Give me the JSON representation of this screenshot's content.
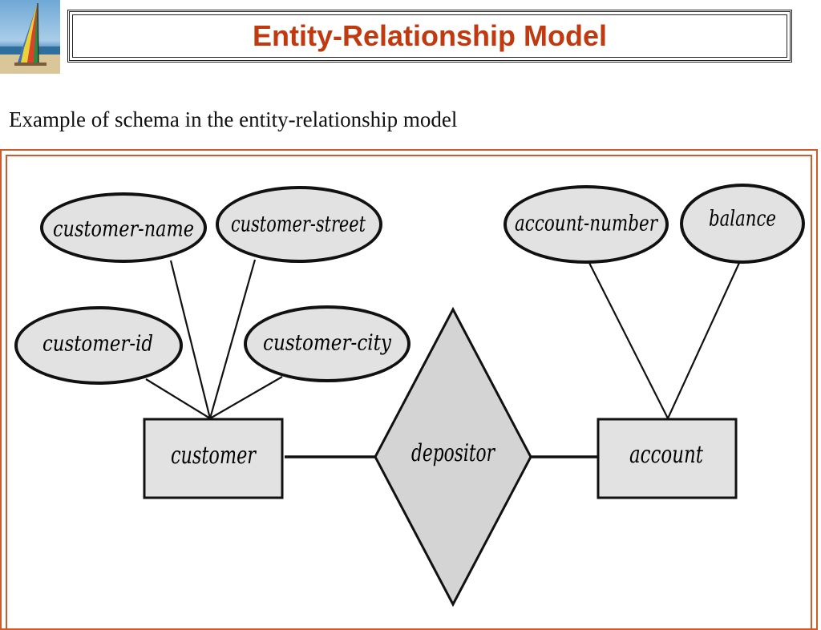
{
  "header": {
    "title": "Entity-Relationship Model",
    "logo_icon": "sailboat-icon"
  },
  "subtitle": "Example of schema in the entity-relationship model",
  "diagram": {
    "entities": {
      "customer": "customer",
      "account": "account"
    },
    "relationship": "depositor",
    "attributes": {
      "customer_name": "customer-name",
      "customer_street": "customer-street",
      "customer_id": "customer-id",
      "customer_city": "customer-city",
      "account_number": "account-number",
      "balance": "balance"
    }
  },
  "colors": {
    "title": "#c0390f",
    "frame": "#d25a2a",
    "shape_fill": "#e2e2e2",
    "stroke": "#111111"
  }
}
